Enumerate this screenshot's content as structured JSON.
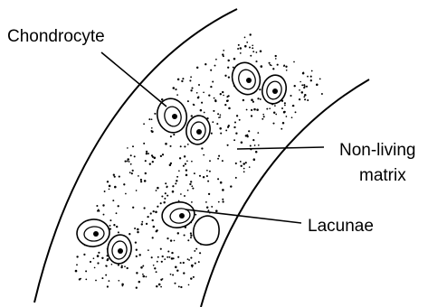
{
  "labels": {
    "chondrocyte": "Chondrocyte",
    "matrix_line1": "Non-living",
    "matrix_line2": "matrix",
    "lacunae": "Lacunae"
  },
  "colors": {
    "ink": "#000000",
    "background": "#ffffff"
  }
}
